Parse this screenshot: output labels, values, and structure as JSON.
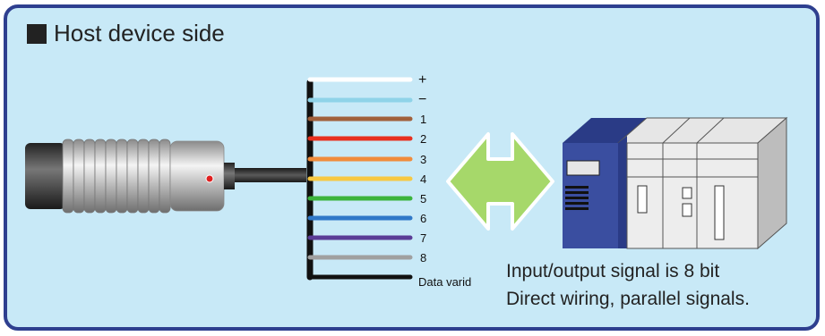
{
  "header": {
    "title": "Host device side"
  },
  "wires": [
    {
      "label": "+",
      "color": "#ffffff"
    },
    {
      "label": "−",
      "color": "#8fd3e8"
    },
    {
      "label": "1",
      "color": "#a0603c"
    },
    {
      "label": "2",
      "color": "#e8301e"
    },
    {
      "label": "3",
      "color": "#f08c3c"
    },
    {
      "label": "4",
      "color": "#f7c842"
    },
    {
      "label": "5",
      "color": "#3cb43c"
    },
    {
      "label": "6",
      "color": "#2f78c8"
    },
    {
      "label": "7",
      "color": "#5a3c96"
    },
    {
      "label": "8",
      "color": "#a0a0a0"
    },
    {
      "label": "Data varid",
      "color": "#111111"
    }
  ],
  "notes": {
    "line1": "Input/output signal is 8 bit",
    "line2": "Direct wiring, parallel signals."
  },
  "colors": {
    "panel_bg": "#c8e9f7",
    "panel_border": "#2e3f8f",
    "arrow": "#a6d86a",
    "plc_blue": "#3a4ea0"
  },
  "icons": {
    "connector": "cylindrical-connector-icon",
    "arrow": "bidirectional-arrow-icon",
    "device": "plc-unit-icon"
  }
}
